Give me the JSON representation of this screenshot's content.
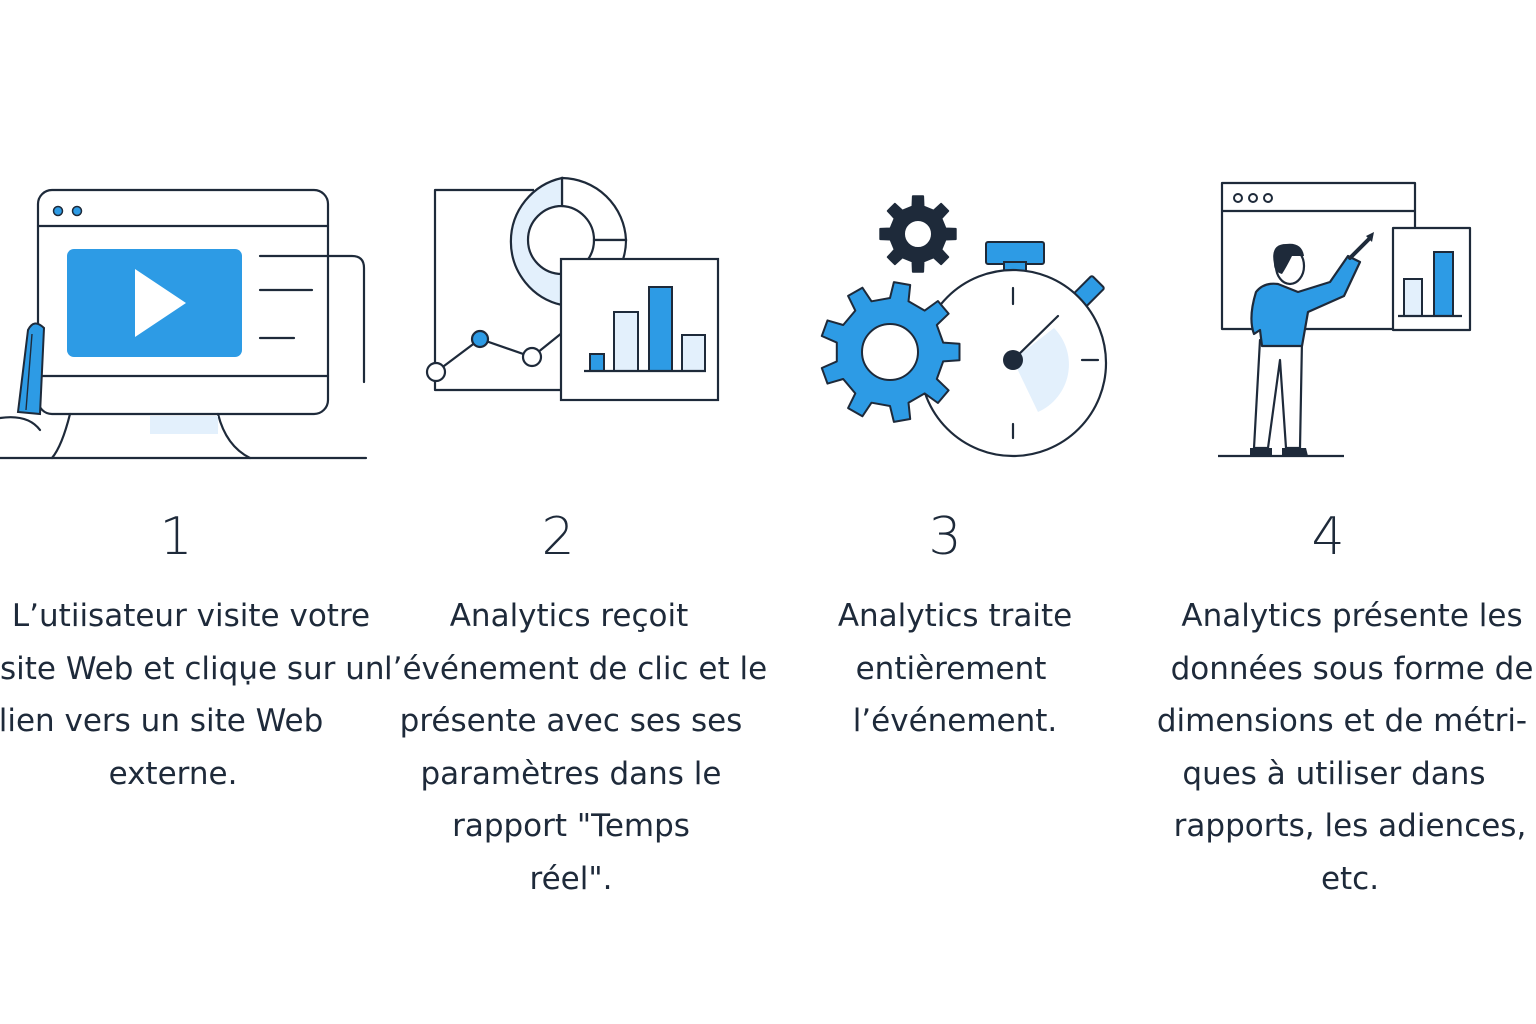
{
  "colors": {
    "accent": "#2d9be5",
    "accent_light": "#e3f0fc",
    "stroke": "#1e2a3a",
    "gear_dark": "#1e2a3a"
  },
  "steps": [
    {
      "number": "1",
      "icon": "monitor-play-icon",
      "lines": [
        "L’utiisateur visite votre",
        "site Web et cliqụe sur un",
        "lien vers un site Web",
        "externe."
      ]
    },
    {
      "number": "2",
      "icon": "analytics-charts-icon",
      "lines": [
        "Analytics reçoit",
        "l’événement de clic et le",
        "présente avec ses ses",
        "paramètres dans le",
        "rapport \"Temps",
        "réel\"."
      ]
    },
    {
      "number": "3",
      "icon": "gears-stopwatch-icon",
      "lines": [
        "Analytics traite",
        "entièrement",
        "l’événement."
      ]
    },
    {
      "number": "4",
      "icon": "person-presenting-icon",
      "lines": [
        "Analytics présente les",
        "données sous forme de",
        "dimensions et de métri-",
        "ques à utiliser dans",
        "rapports, les adiences,",
        "etc."
      ]
    }
  ]
}
